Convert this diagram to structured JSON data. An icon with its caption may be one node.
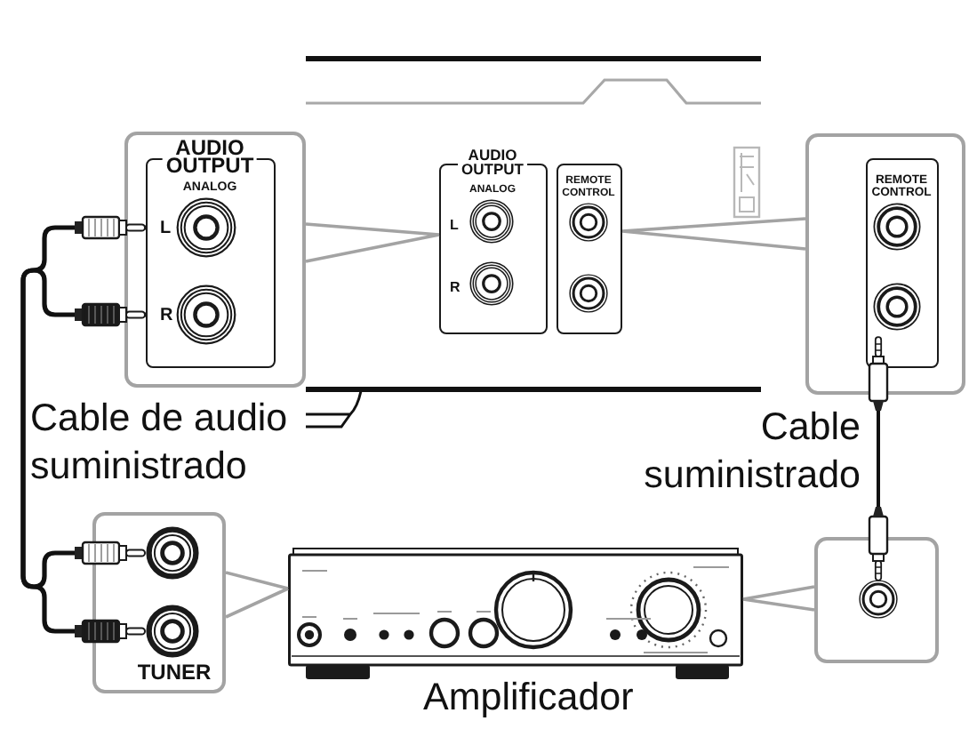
{
  "diagram": {
    "nodes": [
      {
        "text": [],
        "shape": "box"
      },
      {
        "text": [
          "AUDIO OUTPUT",
          "ANALOG",
          "L",
          "R"
        ],
        "in": 0
      },
      {
        "text": [
          "AUDIO OUTPUT",
          "ANALOG",
          "L",
          "R"
        ]
      },
      {
        "text": [
          "REMOTE CONTROL"
        ]
      },
      {
        "text": [],
        "shape": "box"
      },
      {
        "text": [
          "REMOTE CONTROL"
        ],
        "in": 4
      },
      {
        "text": [
          "TUNER"
        ]
      },
      {
        "text": [],
        "shape": "picture",
        "beside": [
          "Amplificador"
        ]
      },
      {
        "text": [],
        "shape": "box"
      }
    ],
    "edges": [
      {
        "from": 1,
        "to": 6,
        "arrow": "other",
        "color": "#111111"
      },
      {
        "from": 1,
        "to": 6,
        "arrow": "other",
        "color": "#111111"
      },
      {
        "from": 5,
        "to": 8,
        "arrow": "other",
        "color": "#111111"
      },
      {
        "from": 0,
        "to": 2,
        "arrow": "none"
      },
      {
        "from": 4,
        "to": 3,
        "arrow": "none"
      },
      {
        "from": 6,
        "to": 7,
        "arrow": "none"
      },
      {
        "from": 8,
        "to": 7,
        "arrow": "none"
      }
    ],
    "labels": [
      "Cable de audio suministrado",
      "Cable suministrado"
    ]
  }
}
